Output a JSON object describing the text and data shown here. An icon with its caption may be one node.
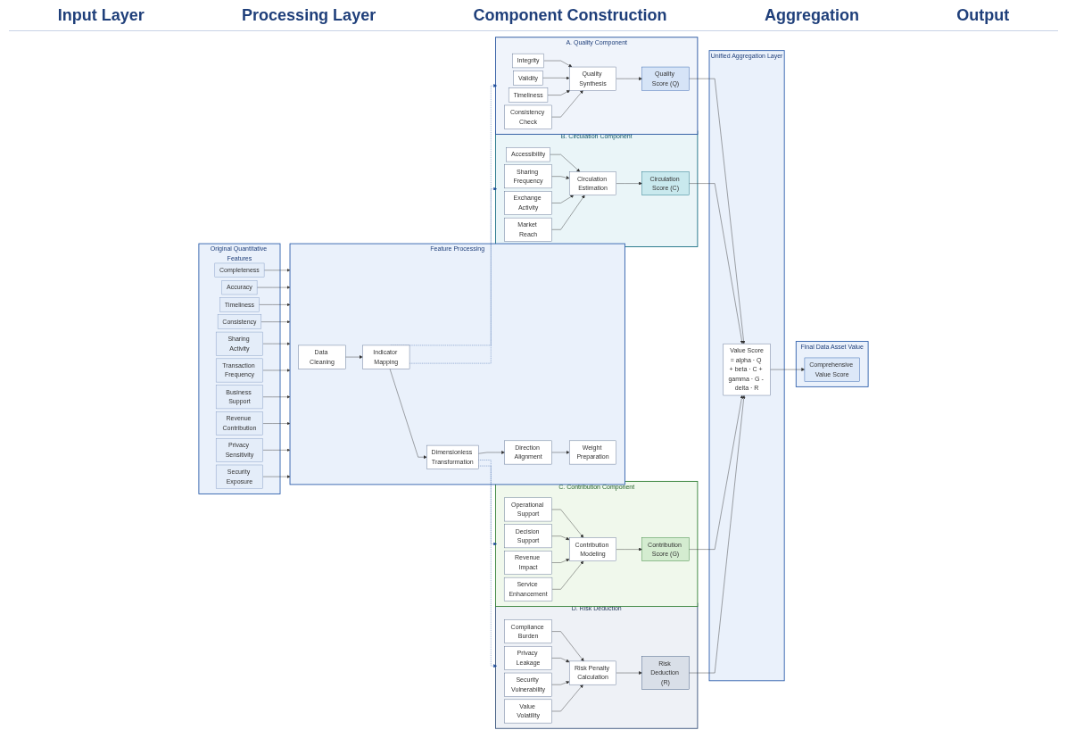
{
  "diagram": {
    "nodes": [
      {
        "text": [
          "Original Quantitative Features"
        ]
      },
      {
        "text": [
          "Completeness"
        ],
        "in": 0
      },
      {
        "text": [
          "Accuracy"
        ],
        "in": 0
      },
      {
        "text": [
          "Timeliness"
        ],
        "in": 0
      },
      {
        "text": [
          "Consistency"
        ],
        "in": 0
      },
      {
        "text": [
          "Sharing Activity"
        ],
        "in": 0
      },
      {
        "text": [
          "Transaction Frequency"
        ],
        "in": 0
      },
      {
        "text": [
          "Business Support"
        ],
        "in": 0
      },
      {
        "text": [
          "Revenue Contribution"
        ],
        "in": 0
      },
      {
        "text": [
          "Privacy Sensitivity"
        ],
        "in": 0
      },
      {
        "text": [
          "Security Exposure"
        ],
        "in": 0
      },
      {
        "text": [
          "Feature Processing"
        ]
      },
      {
        "text": [
          "Data Cleaning"
        ],
        "in": 11
      },
      {
        "text": [
          "Indicator Mapping"
        ],
        "in": 11
      },
      {
        "text": [
          "Dimensionless Transformation"
        ],
        "in": 11
      },
      {
        "text": [
          "Direction Alignment"
        ],
        "in": 11
      },
      {
        "text": [
          "Weight Preparation"
        ],
        "in": 11
      },
      {
        "text": [
          "A. Quality Component"
        ]
      },
      {
        "text": [
          "Integrity"
        ],
        "in": 17
      },
      {
        "text": [
          "Validity"
        ],
        "in": 17
      },
      {
        "text": [
          "Timeliness"
        ],
        "in": 17
      },
      {
        "text": [
          "Consistency Check"
        ],
        "in": 17
      },
      {
        "text": [
          "Quality Synthesis"
        ],
        "in": 17
      },
      {
        "text": [
          "Quality Score (Q)"
        ],
        "in": 17
      },
      {
        "text": [
          "B. Circulation Component"
        ]
      },
      {
        "text": [
          "Accessibility"
        ],
        "in": 24
      },
      {
        "text": [
          "Sharing Frequency"
        ],
        "in": 24
      },
      {
        "text": [
          "Exchange Activity"
        ],
        "in": 24
      },
      {
        "text": [
          "Market Reach"
        ],
        "in": 24
      },
      {
        "text": [
          "Circulation Estimation"
        ],
        "in": 24
      },
      {
        "text": [
          "Circulation Score (C)"
        ],
        "in": 24
      },
      {
        "text": [
          "C. Contribution Component"
        ]
      },
      {
        "text": [
          "Operational Support"
        ],
        "in": 31
      },
      {
        "text": [
          "Decision Support"
        ],
        "in": 31
      },
      {
        "text": [
          "Revenue Impact"
        ],
        "in": 31
      },
      {
        "text": [
          "Service Enhancement"
        ],
        "in": 31
      },
      {
        "text": [
          "Contribution Modeling"
        ],
        "in": 31
      },
      {
        "text": [
          "Contribution Score (G)"
        ],
        "in": 31
      },
      {
        "text": [
          "D. Risk Deduction"
        ]
      },
      {
        "text": [
          "Compliance Burden"
        ],
        "in": 38
      },
      {
        "text": [
          "Privacy Leakage"
        ],
        "in": 38
      },
      {
        "text": [
          "Security Vulnerability"
        ],
        "in": 38
      },
      {
        "text": [
          "Value Volatility"
        ],
        "in": 38
      },
      {
        "text": [
          "Risk Penalty Calculation"
        ],
        "in": 38
      },
      {
        "text": [
          "Risk Deduction (R)"
        ],
        "in": 38
      },
      {
        "text": [
          "Unified Aggregation Layer"
        ]
      },
      {
        "text": [
          "Value Score",
          "= alpha · Q + beta · C + gamma · G - delta · R"
        ],
        "in": 45
      },
      {
        "text": [
          "Final Data Asset Value"
        ]
      },
      {
        "text": [
          "Comprehensive Value Score"
        ],
        "in": 47
      }
    ],
    "edges": [
      {
        "from": 1,
        "to": 11,
        "arrow": "to"
      },
      {
        "from": 2,
        "to": 11,
        "arrow": "to"
      },
      {
        "from": 3,
        "to": 11,
        "arrow": "to"
      },
      {
        "from": 4,
        "to": 11,
        "arrow": "to"
      },
      {
        "from": 5,
        "to": 11,
        "arrow": "to"
      },
      {
        "from": 6,
        "to": 11,
        "arrow": "to"
      },
      {
        "from": 7,
        "to": 11,
        "arrow": "to"
      },
      {
        "from": 8,
        "to": 11,
        "arrow": "to"
      },
      {
        "from": 9,
        "to": 11,
        "arrow": "to"
      },
      {
        "from": 10,
        "to": 11,
        "arrow": "to"
      },
      {
        "from": 12,
        "to": 13,
        "arrow": "to"
      },
      {
        "from": 13,
        "to": 14,
        "arrow": "to"
      },
      {
        "from": 14,
        "to": 15,
        "arrow": "to"
      },
      {
        "from": 15,
        "to": 16,
        "arrow": "to"
      },
      {
        "from": 13,
        "to": 17,
        "arrow": "to",
        "style": "dashed",
        "color": "#1f4e9c"
      },
      {
        "from": 13,
        "to": 24,
        "arrow": "to",
        "style": "dashed",
        "color": "#1f4e9c"
      },
      {
        "from": 14,
        "to": 31,
        "arrow": "to",
        "style": "dashed",
        "color": "#1f4e9c"
      },
      {
        "from": 14,
        "to": 38,
        "arrow": "to",
        "style": "dashed",
        "color": "#1f4e9c"
      },
      {
        "from": 18,
        "to": 22,
        "arrow": "to"
      },
      {
        "from": 19,
        "to": 22,
        "arrow": "to"
      },
      {
        "from": 20,
        "to": 22,
        "arrow": "to"
      },
      {
        "from": 21,
        "to": 22,
        "arrow": "to"
      },
      {
        "from": 22,
        "to": 23,
        "arrow": "to"
      },
      {
        "from": 25,
        "to": 29,
        "arrow": "to"
      },
      {
        "from": 26,
        "to": 29,
        "arrow": "to"
      },
      {
        "from": 27,
        "to": 29,
        "arrow": "to"
      },
      {
        "from": 28,
        "to": 29,
        "arrow": "to"
      },
      {
        "from": 29,
        "to": 30,
        "arrow": "to"
      },
      {
        "from": 32,
        "to": 36,
        "arrow": "to"
      },
      {
        "from": 33,
        "to": 36,
        "arrow": "to"
      },
      {
        "from": 34,
        "to": 36,
        "arrow": "to"
      },
      {
        "from": 35,
        "to": 36,
        "arrow": "to"
      },
      {
        "from": 36,
        "to": 37,
        "arrow": "to"
      },
      {
        "from": 39,
        "to": 43,
        "arrow": "to"
      },
      {
        "from": 40,
        "to": 43,
        "arrow": "to"
      },
      {
        "from": 41,
        "to": 43,
        "arrow": "to"
      },
      {
        "from": 42,
        "to": 43,
        "arrow": "to"
      },
      {
        "from": 43,
        "to": 44,
        "arrow": "to"
      },
      {
        "from": 23,
        "to": 46,
        "arrow": "to"
      },
      {
        "from": 30,
        "to": 46,
        "arrow": "to"
      },
      {
        "from": 37,
        "to": 46,
        "arrow": "to"
      },
      {
        "from": 44,
        "to": 46,
        "arrow": "to"
      },
      {
        "from": 46,
        "to": 48,
        "arrow": "to"
      }
    ],
    "labels": [
      "Input Layer",
      "Processing Layer",
      "Component Construction",
      "Aggregation",
      "Output"
    ]
  }
}
